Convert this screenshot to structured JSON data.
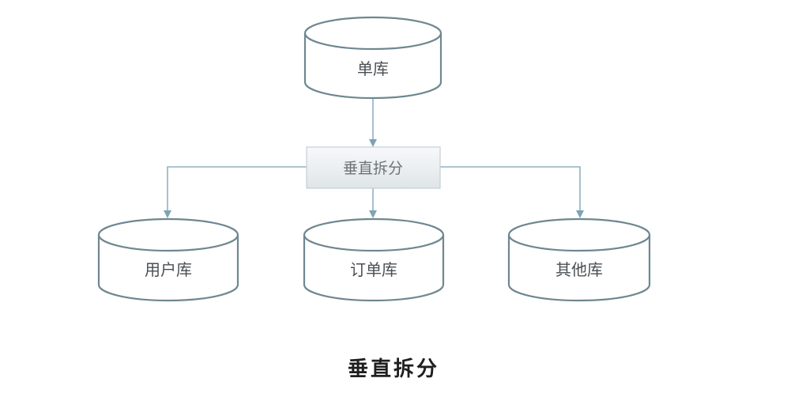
{
  "diagram": {
    "source_db": {
      "label": "单库"
    },
    "split_box": {
      "label": "垂直拆分"
    },
    "targets": [
      {
        "label": "用户库"
      },
      {
        "label": "订单库"
      },
      {
        "label": "其他库"
      }
    ]
  },
  "caption": "垂直拆分"
}
